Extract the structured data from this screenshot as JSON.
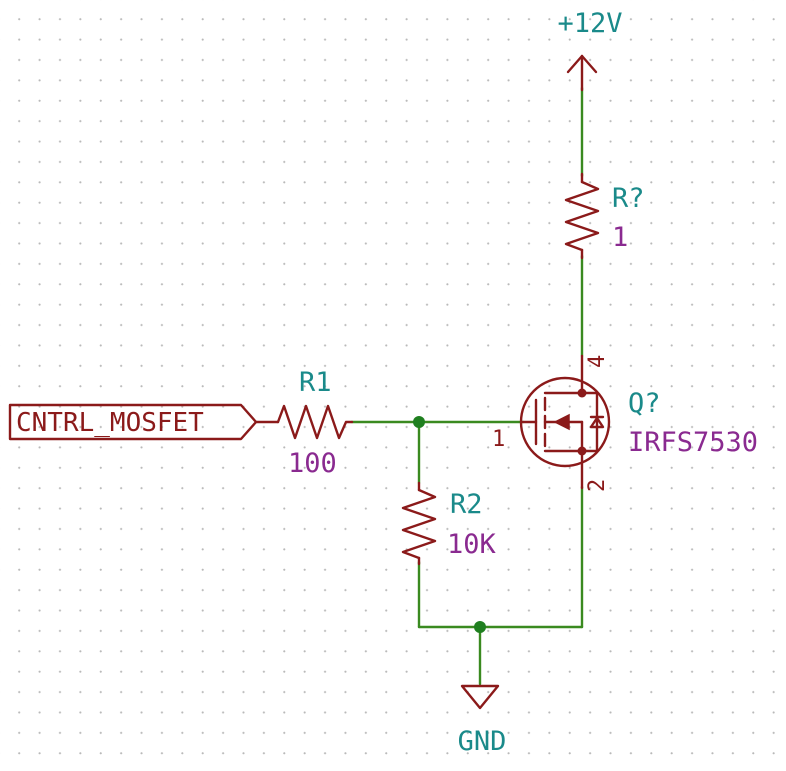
{
  "power": {
    "supply": "+12V",
    "ground": "GND"
  },
  "input_label": "CNTRL_MOSFET",
  "components": {
    "r1": {
      "ref": "R1",
      "value": "100"
    },
    "r2": {
      "ref": "R2",
      "value": "10K"
    },
    "r3": {
      "ref": "R?",
      "value": "1"
    },
    "q1": {
      "ref": "Q?",
      "value": "IRFS7530",
      "pins": {
        "gate": "1",
        "source": "2",
        "drain": "4"
      }
    }
  },
  "colors": {
    "wire": "#3a8a20",
    "symbol": "#8b1a1a",
    "reference": "#1a8a8a",
    "value": "#8a2a90",
    "junction": "#1f7f1f"
  }
}
